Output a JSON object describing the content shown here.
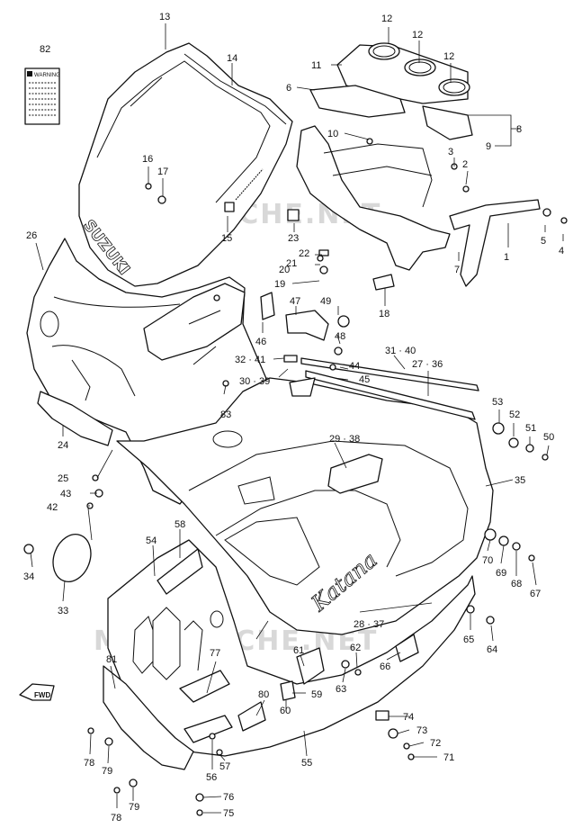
{
  "diagram": {
    "warning_label": "WARNING",
    "brand_on_screen": "SUZUKI",
    "model_decal": "Katana",
    "fwd_arrow": "FWD",
    "watermark_top": "MICROFICHE.NET",
    "watermark_bottom": "MICROFICHE.NET",
    "part_labels": [
      {
        "id": "p1",
        "text": "1"
      },
      {
        "id": "p2",
        "text": "2"
      },
      {
        "id": "p3",
        "text": "3"
      },
      {
        "id": "p4",
        "text": "4"
      },
      {
        "id": "p5",
        "text": "5"
      },
      {
        "id": "p6",
        "text": "6"
      },
      {
        "id": "p7",
        "text": "7"
      },
      {
        "id": "p8",
        "text": "8"
      },
      {
        "id": "p9",
        "text": "9"
      },
      {
        "id": "p10",
        "text": "10"
      },
      {
        "id": "p11",
        "text": "11"
      },
      {
        "id": "p12a",
        "text": "12"
      },
      {
        "id": "p12b",
        "text": "12"
      },
      {
        "id": "p12c",
        "text": "12"
      },
      {
        "id": "p13",
        "text": "13"
      },
      {
        "id": "p14",
        "text": "14"
      },
      {
        "id": "p15",
        "text": "15"
      },
      {
        "id": "p16",
        "text": "16"
      },
      {
        "id": "p17",
        "text": "17"
      },
      {
        "id": "p18",
        "text": "18"
      },
      {
        "id": "p19",
        "text": "19"
      },
      {
        "id": "p20",
        "text": "20"
      },
      {
        "id": "p21",
        "text": "21"
      },
      {
        "id": "p22",
        "text": "22"
      },
      {
        "id": "p23",
        "text": "23"
      },
      {
        "id": "p24",
        "text": "24"
      },
      {
        "id": "p25",
        "text": "25"
      },
      {
        "id": "p26",
        "text": "26"
      },
      {
        "id": "p2737",
        "text": "27 · 36"
      },
      {
        "id": "p2837",
        "text": "28 · 37"
      },
      {
        "id": "p2938",
        "text": "29 · 38"
      },
      {
        "id": "p3039",
        "text": "30 · 39"
      },
      {
        "id": "p3140",
        "text": "31 · 40"
      },
      {
        "id": "p3241",
        "text": "32 · 41"
      },
      {
        "id": "p33",
        "text": "33"
      },
      {
        "id": "p34",
        "text": "34"
      },
      {
        "id": "p35",
        "text": "35"
      },
      {
        "id": "p42",
        "text": "42"
      },
      {
        "id": "p43",
        "text": "43"
      },
      {
        "id": "p44",
        "text": "44"
      },
      {
        "id": "p45",
        "text": "45"
      },
      {
        "id": "p46",
        "text": "46"
      },
      {
        "id": "p47",
        "text": "47"
      },
      {
        "id": "p48",
        "text": "48"
      },
      {
        "id": "p49",
        "text": "49"
      },
      {
        "id": "p50",
        "text": "50"
      },
      {
        "id": "p51",
        "text": "51"
      },
      {
        "id": "p52",
        "text": "52"
      },
      {
        "id": "p53",
        "text": "53"
      },
      {
        "id": "p54",
        "text": "54"
      },
      {
        "id": "p55",
        "text": "55"
      },
      {
        "id": "p56",
        "text": "56"
      },
      {
        "id": "p57",
        "text": "57"
      },
      {
        "id": "p58",
        "text": "58"
      },
      {
        "id": "p59",
        "text": "59"
      },
      {
        "id": "p60",
        "text": "60"
      },
      {
        "id": "p61",
        "text": "61"
      },
      {
        "id": "p62",
        "text": "62"
      },
      {
        "id": "p63",
        "text": "63"
      },
      {
        "id": "p64",
        "text": "64"
      },
      {
        "id": "p65",
        "text": "65"
      },
      {
        "id": "p66",
        "text": "66"
      },
      {
        "id": "p67",
        "text": "67"
      },
      {
        "id": "p68",
        "text": "68"
      },
      {
        "id": "p69",
        "text": "69"
      },
      {
        "id": "p70",
        "text": "70"
      },
      {
        "id": "p71",
        "text": "71"
      },
      {
        "id": "p72",
        "text": "72"
      },
      {
        "id": "p73",
        "text": "73"
      },
      {
        "id": "p74",
        "text": "74"
      },
      {
        "id": "p75",
        "text": "75"
      },
      {
        "id": "p76",
        "text": "76"
      },
      {
        "id": "p77",
        "text": "77"
      },
      {
        "id": "p78a",
        "text": "78"
      },
      {
        "id": "p78b",
        "text": "78"
      },
      {
        "id": "p79a",
        "text": "79"
      },
      {
        "id": "p79b",
        "text": "79"
      },
      {
        "id": "p80",
        "text": "80"
      },
      {
        "id": "p81",
        "text": "81"
      },
      {
        "id": "p82",
        "text": "82"
      },
      {
        "id": "p83",
        "text": "83"
      }
    ]
  }
}
